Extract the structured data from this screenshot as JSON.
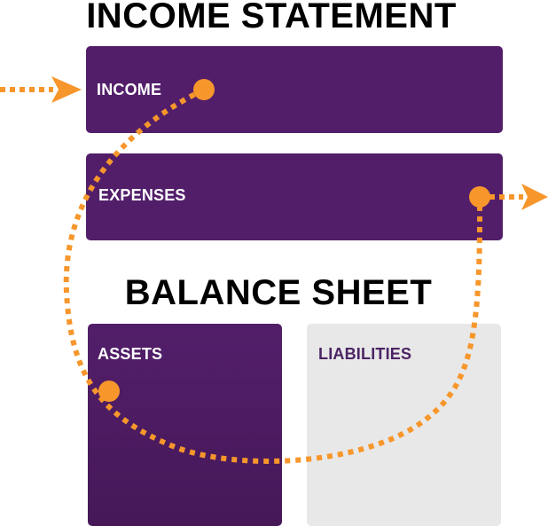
{
  "diagram": {
    "income_statement": {
      "title": "INCOME STATEMENT",
      "rows": [
        {
          "label": "INCOME"
        },
        {
          "label": "EXPENSES"
        }
      ]
    },
    "balance_sheet": {
      "title": "BALANCE SHEET",
      "columns": [
        {
          "label": "ASSETS"
        },
        {
          "label": "LIABILITIES"
        }
      ]
    },
    "flow": {
      "inflow_arrow": "arrow-right-icon",
      "outflow_arrow": "arrow-right-icon",
      "path_style": "dotted",
      "nodes": [
        "income-node",
        "assets-node",
        "expenses-node"
      ]
    },
    "colors": {
      "primary_purple": "#521e6a",
      "accent_orange": "#f7962b",
      "liabilities_gray": "#e8e8e8",
      "liabilities_text": "#4b2464",
      "title_text": "#000000"
    }
  }
}
